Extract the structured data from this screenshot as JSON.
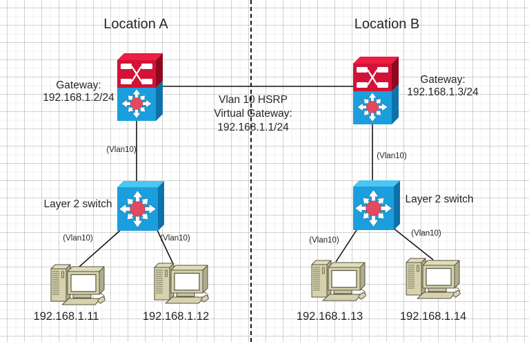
{
  "colors": {
    "switch_blue": "#1b9edd",
    "switch_blue_dark": "#0d72a9",
    "switch_blue_light": "#49c6f2",
    "module_red": "#d21236",
    "module_red_dark": "#90081f",
    "module_red_light": "#ec1e42",
    "hub_dot_red": "#e24a60",
    "pc_body": "#d6d2b0",
    "pc_body_dark": "#b0ac8d",
    "connector": "#141414"
  },
  "icons": {
    "multilayer_switch": "cisco-multilayer-switch-3d",
    "layer2_switch": "cisco-workgroup-switch-3d",
    "pc": "desktop-pc-3d"
  },
  "hsrp": {
    "line1": "Vlan 10 HSRP",
    "line2": "Virtual Gateway:",
    "line3": "192.168.1.1/24"
  },
  "locations": [
    {
      "title": "Location A",
      "gateway": {
        "label": "Gateway:",
        "ip": "192.168.1.2/24"
      },
      "uplink_vlan": "(Vlan10)",
      "l2_switch_label": "Layer 2 switch",
      "access_links": [
        {
          "vlan": "(Vlan10)"
        },
        {
          "vlan": "(Vlan10)"
        }
      ],
      "pcs": [
        {
          "ip": "192.168.1.11"
        },
        {
          "ip": "192.168.1.12"
        }
      ]
    },
    {
      "title": "Location B",
      "gateway": {
        "label": "Gateway:",
        "ip": "192.168.1.3/24"
      },
      "uplink_vlan": "(Vlan10)",
      "l2_switch_label": "Layer 2 switch",
      "access_links": [
        {
          "vlan": "(Vlan10)"
        },
        {
          "vlan": "(Vlan10)"
        }
      ],
      "pcs": [
        {
          "ip": "192.168.1.13"
        },
        {
          "ip": "192.168.1.14"
        }
      ]
    }
  ]
}
